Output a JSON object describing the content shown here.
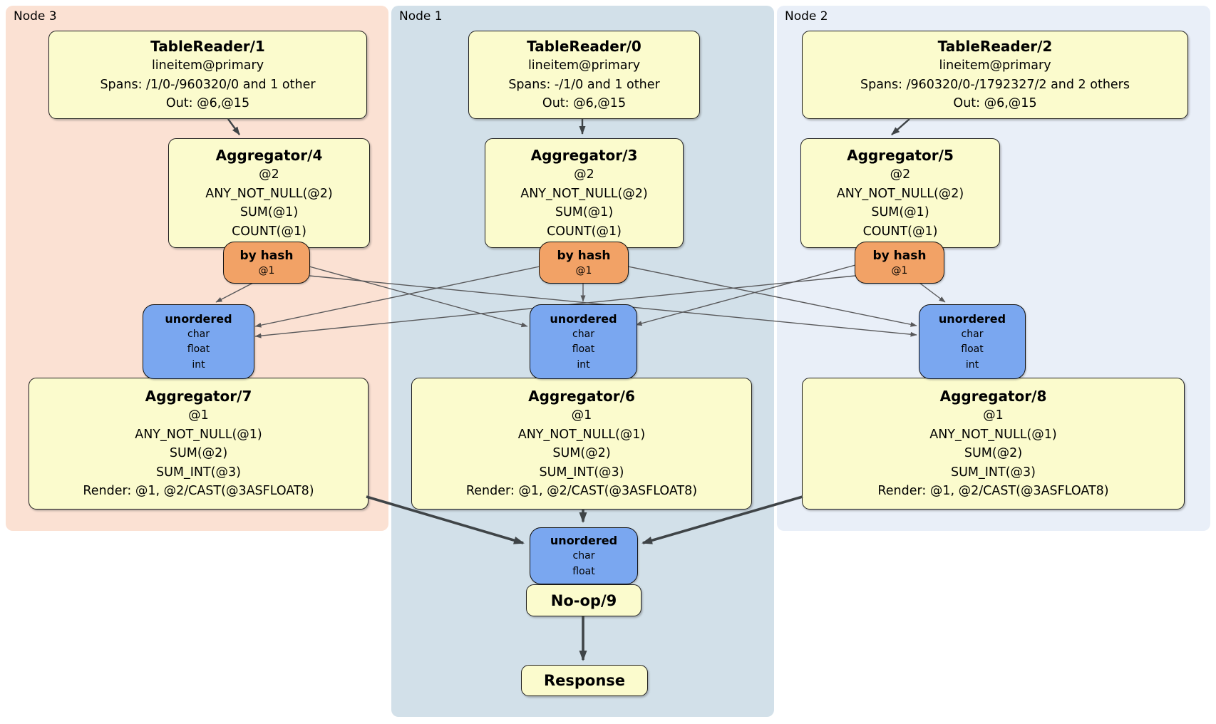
{
  "regions": {
    "node3": {
      "label": "Node 3"
    },
    "node1": {
      "label": "Node 1"
    },
    "node2": {
      "label": "Node 2"
    }
  },
  "processors": {
    "tr1": {
      "title": "TableReader/1",
      "lines": [
        "lineitem@primary",
        "Spans: /1/0-/960320/0 and 1 other",
        "Out: @6,@15"
      ]
    },
    "tr0": {
      "title": "TableReader/0",
      "lines": [
        "lineitem@primary",
        "Spans: -/1/0 and 1 other",
        "Out: @6,@15"
      ]
    },
    "tr2": {
      "title": "TableReader/2",
      "lines": [
        "lineitem@primary",
        "Spans: /960320/0-/1792327/2 and 2 others",
        "Out: @6,@15"
      ]
    },
    "agg4": {
      "title": "Aggregator/4",
      "lines": [
        "@2",
        "ANY_NOT_NULL(@2)",
        "SUM(@1)",
        "COUNT(@1)"
      ]
    },
    "agg3": {
      "title": "Aggregator/3",
      "lines": [
        "@2",
        "ANY_NOT_NULL(@2)",
        "SUM(@1)",
        "COUNT(@1)"
      ]
    },
    "agg5": {
      "title": "Aggregator/5",
      "lines": [
        "@2",
        "ANY_NOT_NULL(@2)",
        "SUM(@1)",
        "COUNT(@1)"
      ]
    },
    "agg7": {
      "title": "Aggregator/7",
      "lines": [
        "@1",
        "ANY_NOT_NULL(@1)",
        "SUM(@2)",
        "SUM_INT(@3)",
        "Render: @1, @2/CAST(@3ASFLOAT8)"
      ]
    },
    "agg6": {
      "title": "Aggregator/6",
      "lines": [
        "@1",
        "ANY_NOT_NULL(@1)",
        "SUM(@2)",
        "SUM_INT(@3)",
        "Render: @1, @2/CAST(@3ASFLOAT8)"
      ]
    },
    "agg8": {
      "title": "Aggregator/8",
      "lines": [
        "@1",
        "ANY_NOT_NULL(@1)",
        "SUM(@2)",
        "SUM_INT(@3)",
        "Render: @1, @2/CAST(@3ASFLOAT8)"
      ]
    },
    "noop": {
      "title": "No-op/9"
    },
    "response": {
      "title": "Response"
    }
  },
  "routers": [
    {
      "title": "by hash",
      "key": "@1"
    },
    {
      "title": "by hash",
      "key": "@1"
    },
    {
      "title": "by hash",
      "key": "@1"
    }
  ],
  "syncs": {
    "left": {
      "title": "unordered",
      "columns": [
        "char",
        "float",
        "int"
      ]
    },
    "center": {
      "title": "unordered",
      "columns": [
        "char",
        "float",
        "int"
      ]
    },
    "right": {
      "title": "unordered",
      "columns": [
        "char",
        "float",
        "int"
      ]
    },
    "final": {
      "title": "unordered",
      "columns": [
        "char",
        "float"
      ]
    }
  },
  "colors": {
    "node3_bg": "#fbe1d3",
    "node1_bg": "#d2e0e9",
    "node2_bg": "#e9eff8",
    "processor_bg": "#fbfbcd",
    "router_bg": "#f2a266",
    "sync_bg": "#7aa7f0",
    "edge": "#58585a",
    "thick_edge": "#3f4447"
  }
}
